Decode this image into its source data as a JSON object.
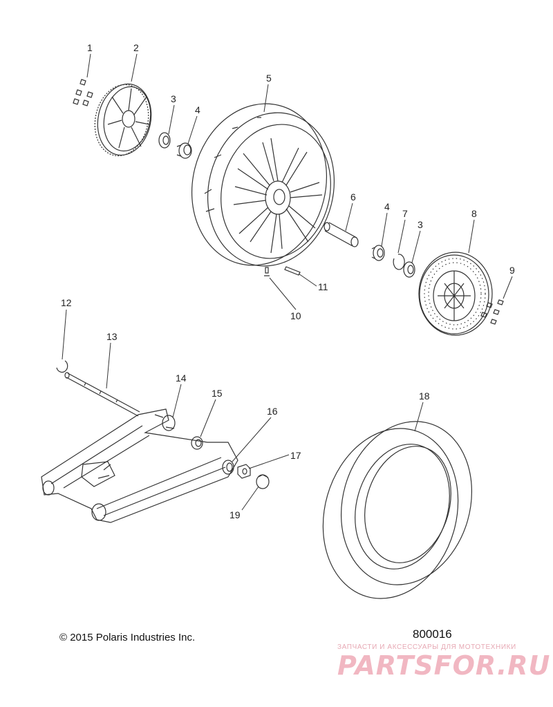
{
  "callouts": [
    "1",
    "2",
    "3",
    "4",
    "5",
    "3",
    "4",
    "6",
    "7",
    "8",
    "9",
    "10",
    "11",
    "12",
    "13",
    "14",
    "15",
    "16",
    "17",
    "18",
    "19"
  ],
  "footer": {
    "copyright": "© 2015 Polaris Industries Inc.",
    "doc_number": "800016"
  },
  "watermark": {
    "tagline": "ЗАПЧАСТИ И АКСЕССУАРЫ ДЛЯ МОТОТЕХНИКИ",
    "logo": "PARTSFOR.RU"
  },
  "colors": {
    "line": "#333333",
    "watermark": "#e89aa8"
  }
}
